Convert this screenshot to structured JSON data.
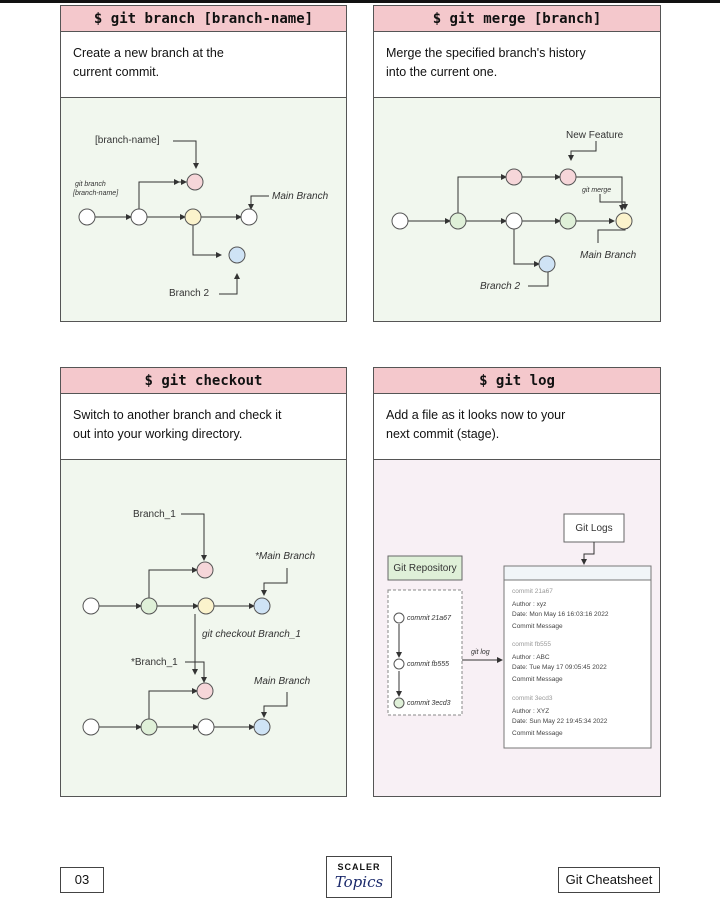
{
  "panels": {
    "branch": {
      "command": "$ git branch [branch-name]",
      "desc_line1": "Create a new branch at the",
      "desc_line2": "current commit.",
      "labels": {
        "branch_name": "[branch-name]",
        "cmd_line1": "git branch",
        "cmd_line2": "[branch-name]",
        "main_branch": "Main Branch",
        "branch2": "Branch 2"
      }
    },
    "merge": {
      "command": "$ git merge [branch]",
      "desc_line1": "Merge the specified branch's history",
      "desc_line2": "into the current one.",
      "labels": {
        "new_feature": "New Feature",
        "git_merge": "git merge",
        "main_branch": "Main Branch",
        "branch2": "Branch 2"
      }
    },
    "checkout": {
      "command": "$ git checkout",
      "desc_line1": "Switch to another branch and check it",
      "desc_line2": "out into your working directory.",
      "labels": {
        "branch_1": "Branch_1",
        "main_branch_star": "*Main Branch",
        "checkout_cmd": "git checkout Branch_1",
        "branch_1_star": "*Branch_1",
        "main_branch": "Main Branch"
      }
    },
    "log": {
      "command": "$ git log",
      "desc_line1": "Add a file as it looks now to your",
      "desc_line2": "next commit (stage).",
      "labels": {
        "git_logs": "Git Logs",
        "git_repository": "Git Repository",
        "git_log": "git log",
        "repo_commits": [
          "commit 21a67",
          "commit fb555",
          "commit 3ecd3"
        ],
        "log_entries": [
          {
            "commit": "commit 21a67",
            "author": "Author : xyz",
            "date": "Date: Mon May 16 16:03:16 2022",
            "message": "Commit Message"
          },
          {
            "commit": "commit fb555",
            "author": "Author : ABC",
            "date": "Date: Tue May 17 09:05:45 2022",
            "message": "Commit Message"
          },
          {
            "commit": "commit 3ecd3",
            "author": "Author : XYZ",
            "date": "Date: Sun May 22 19:45:34 2022",
            "message": "Commit Message"
          }
        ]
      }
    }
  },
  "footer": {
    "page_number": "03",
    "logo_line1": "SCALER",
    "logo_line2": "Topics",
    "title": "Git Cheatsheet"
  },
  "colors": {
    "header_bg": "#f4c8cc",
    "diagram_bg_green": "#f1f7ee",
    "diagram_bg_pink": "#f8f0f5",
    "node_white": "#ffffff",
    "node_green": "#dff0d8",
    "node_yellow": "#fbf3cc",
    "node_pink": "#f6d6d9",
    "node_blue": "#cfe3f5"
  }
}
